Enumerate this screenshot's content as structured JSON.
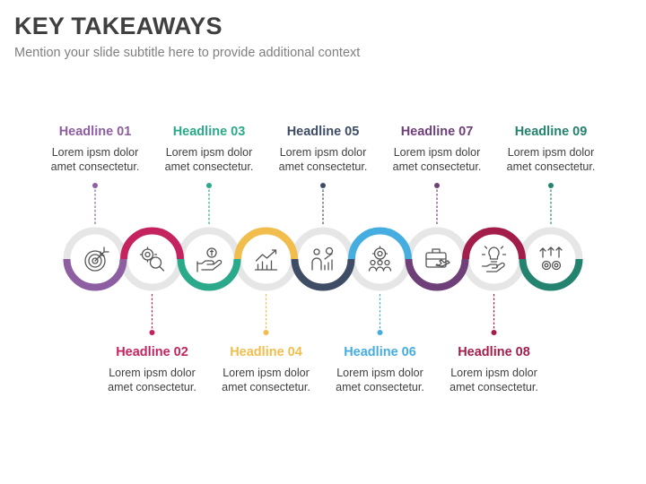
{
  "title": "KEY TAKEAWAYS",
  "subtitle": "Mention your slide subtitle here to provide additional context",
  "items": [
    {
      "headline": "Headline 01",
      "body_line1": "Lorem ipsm dolor",
      "body_line2": "amet consectetur.",
      "color": "#8e5ea2",
      "icon": "target-arrows-icon",
      "position": "top"
    },
    {
      "headline": "Headline 02",
      "body_line1": "Lorem ipsm dolor",
      "body_line2": "amet consectetur.",
      "color": "#c4235f",
      "icon": "gear-magnifier-icon",
      "position": "bottom"
    },
    {
      "headline": "Headline 03",
      "body_line1": "Lorem ipsm dolor",
      "body_line2": "amet consectetur.",
      "color": "#2aa98b",
      "icon": "hand-coins-icon",
      "position": "top"
    },
    {
      "headline": "Headline 04",
      "body_line1": "Lorem ipsm dolor",
      "body_line2": "amet consectetur.",
      "color": "#f1bd4c",
      "icon": "growth-chart-icon",
      "position": "bottom"
    },
    {
      "headline": "Headline 05",
      "body_line1": "Lorem ipsm dolor",
      "body_line2": "amet consectetur.",
      "color": "#3e4c66",
      "icon": "person-chart-gear-icon",
      "position": "top"
    },
    {
      "headline": "Headline 06",
      "body_line1": "Lorem ipsm dolor",
      "body_line2": "amet consectetur.",
      "color": "#45ade0",
      "icon": "team-gear-icon",
      "position": "bottom"
    },
    {
      "headline": "Headline 07",
      "body_line1": "Lorem ipsm dolor",
      "body_line2": "amet consectetur.",
      "color": "#6e3f79",
      "icon": "briefcase-plane-icon",
      "position": "top"
    },
    {
      "headline": "Headline 08",
      "body_line1": "Lorem ipsm dolor",
      "body_line2": "amet consectetur.",
      "color": "#a31d4a",
      "icon": "hand-lightbulb-icon",
      "position": "bottom"
    },
    {
      "headline": "Headline 09",
      "body_line1": "Lorem ipsm dolor",
      "body_line2": "amet consectetur.",
      "color": "#23836e",
      "icon": "arrows-gears-icon",
      "position": "top"
    }
  ],
  "ring_gray": "#e6e6e6"
}
